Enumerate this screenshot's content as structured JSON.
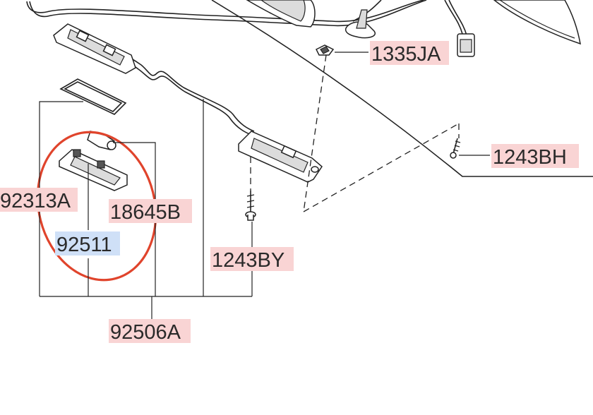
{
  "callouts": [
    {
      "id": "1335JA",
      "label": "1335JA"
    },
    {
      "id": "1243BH",
      "label": "1243BH"
    },
    {
      "id": "92313A",
      "label": "92313A"
    },
    {
      "id": "18645B",
      "label": "18645B"
    },
    {
      "id": "92511",
      "label": "92511",
      "selected": true
    },
    {
      "id": "1243BY",
      "label": "1243BY"
    },
    {
      "id": "92506A",
      "label": "92506A"
    }
  ],
  "colors": {
    "label_highlight": "#f9d4d4",
    "selected_highlight": "#cfe0f7",
    "circle_annotation": "#e0442c",
    "line": "#222222"
  }
}
